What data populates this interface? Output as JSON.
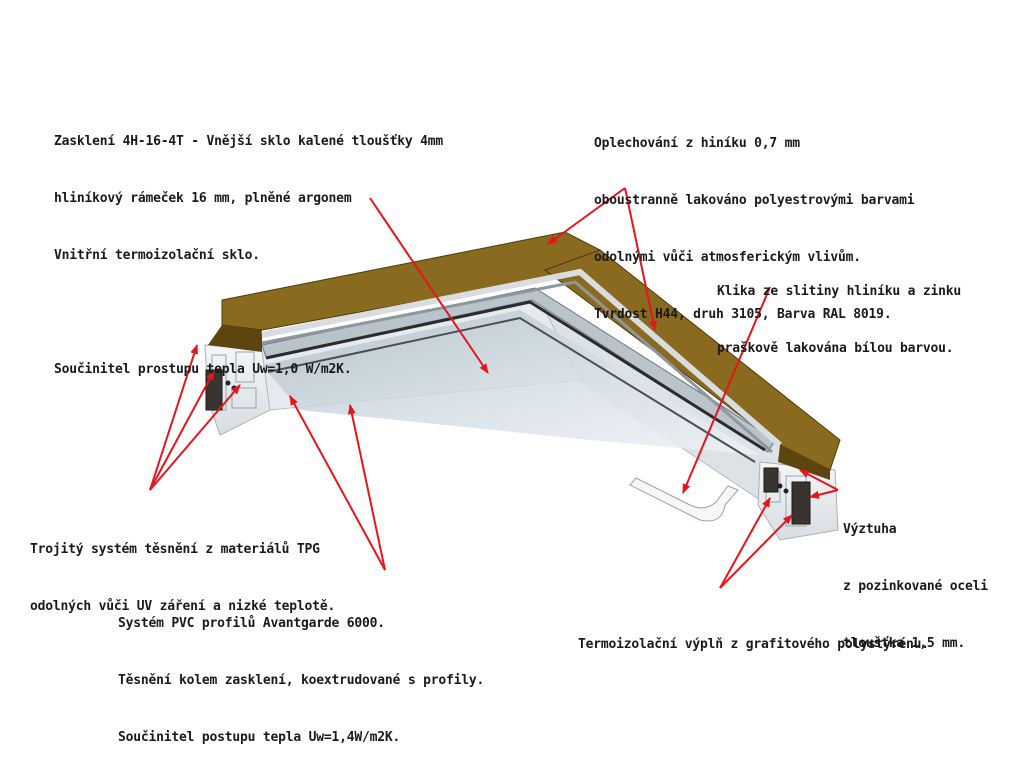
{
  "labels": {
    "glazing": {
      "line1": "Zasklení 4H-16-4T - Vnější sklo kalené tloušťky 4mm",
      "line2": "hliníkový rámeček 16 mm, plněné argonem",
      "line3": "Vnitřní termoizolační sklo.",
      "line4": "Součinitel prostupu tepla Uw=1,0 W/m2K."
    },
    "cladding": {
      "line1": "Oplechování z hiníku 0,7 mm",
      "line2": "oboustranně lakováno polyestrovými barvami",
      "line3": "odolnými vůči atmosferickým vlivům.",
      "line4": "Tvrdost H44, druh 3105, Barva RAL 8019."
    },
    "handle": {
      "line1": "Klika ze slitiny hliníku a zinku",
      "line2": "praškově lakována bílou barvou."
    },
    "seals": {
      "line1": "Trojitý systém těsnění z materiálů TPG",
      "line2": "odolných vůči UV záření a nizké teplotě."
    },
    "reinforcement": {
      "line1": "Výztuha",
      "line2": "z pozinkované oceli",
      "line3": "tloušťka 1,5 mm."
    },
    "pvc": {
      "line1": "Systém PVC profilů Avantgarde 6000.",
      "line2": "Těsnění kolem zasklení, koextrudované s profily.",
      "line3": "Součinitel postupu tepla Uw=1,4W/m2K."
    },
    "insulation": {
      "line1": "Termoizolační výplň z grafitového polystyrénu."
    }
  },
  "colors": {
    "arrow": "#e8141c",
    "cladding_top": "#8a6a1e",
    "cladding_side": "#5e4510",
    "pvc": "#e9ecef",
    "glass": "#c9d4dc"
  }
}
